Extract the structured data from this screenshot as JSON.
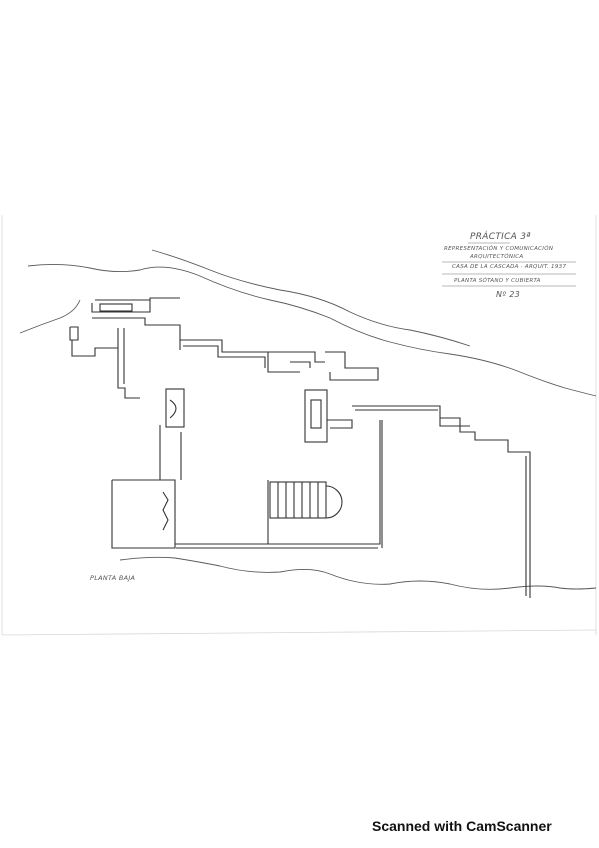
{
  "title_block": {
    "title": "PRÁCTICA 3ª",
    "line1": "REPRESENTACIÓN Y COMUNICACIÓN",
    "line2": "ARQUITECTÓNICA",
    "line3": "CASA DE LA CASCADA · ARQUIT. 1937",
    "line4": "PLANTA SÓTANO Y CUBIERTA",
    "number": "Nº 23"
  },
  "plan_label": "PLANTA BAJA",
  "footer": "Scanned with CamScanner",
  "colors": {
    "paper": "#ffffff",
    "ink": "#3a3a3a",
    "faint_ink": "#8a8a8a"
  }
}
